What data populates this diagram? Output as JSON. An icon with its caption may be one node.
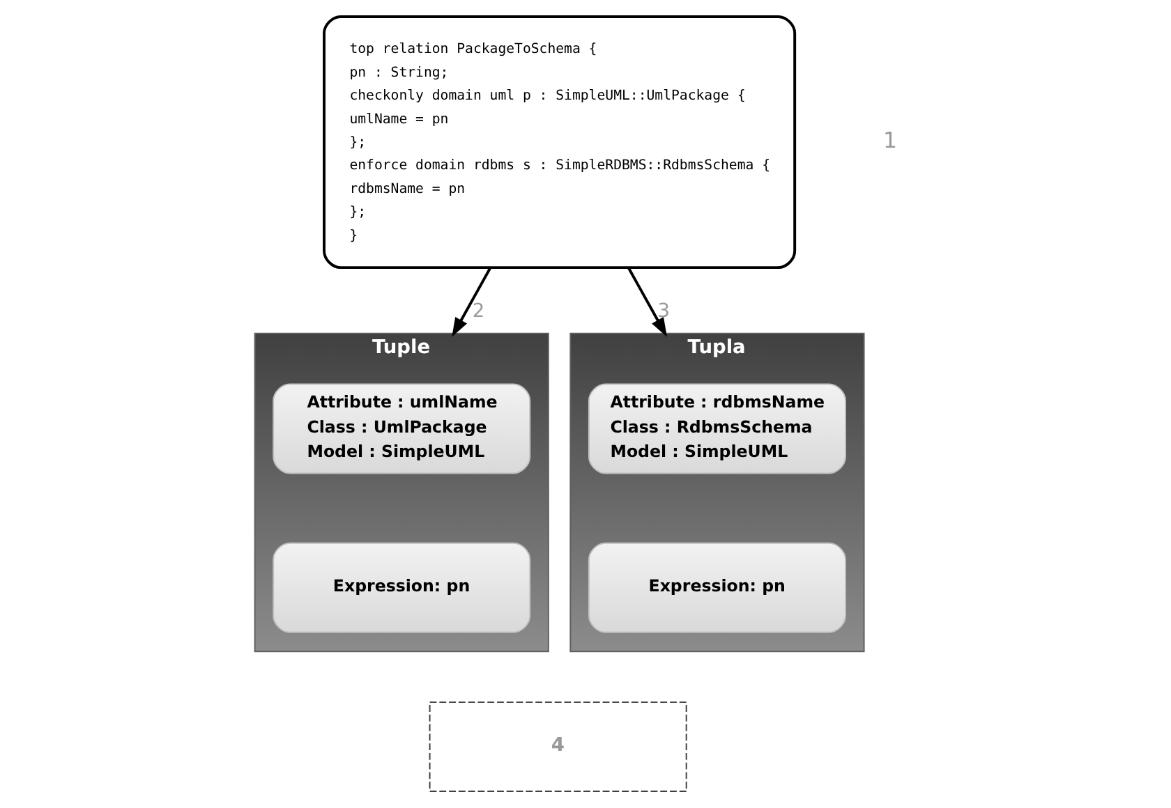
{
  "diagram": {
    "nodes": [
      {
        "text": [
          "top relation PackageToSchema {",
          "pn : String;",
          "checkonly domain uml p : SimpleUML::UmlPackage {",
          "umlName = pn",
          "};",
          "enforce domain rdbms s : SimpleRDBMS::RdbmsSchema {",
          "rdbmsName = pn",
          "};",
          "}"
        ]
      },
      {
        "text": [
          "Tuple"
        ]
      },
      {
        "text": [
          "Attribute : umlName",
          "Class : UmlPackage",
          "Model : SimpleUML"
        ],
        "in": 1
      },
      {
        "text": [
          "Expression: pn"
        ],
        "in": 1
      },
      {
        "text": [
          "Tupla"
        ]
      },
      {
        "text": [
          "Attribute : rdbmsName",
          "Class : RdbmsSchema",
          "Model : SimpleUML"
        ],
        "in": 4
      },
      {
        "text": [
          "Expression: pn"
        ],
        "in": 4
      },
      {
        "text": [
          "4"
        ]
      }
    ],
    "edges": [
      {
        "from": 0,
        "to": 1,
        "arrow": "to",
        "label": "2"
      },
      {
        "from": 0,
        "to": 4,
        "arrow": "to",
        "label": "3"
      }
    ],
    "labels": [
      "1"
    ]
  }
}
